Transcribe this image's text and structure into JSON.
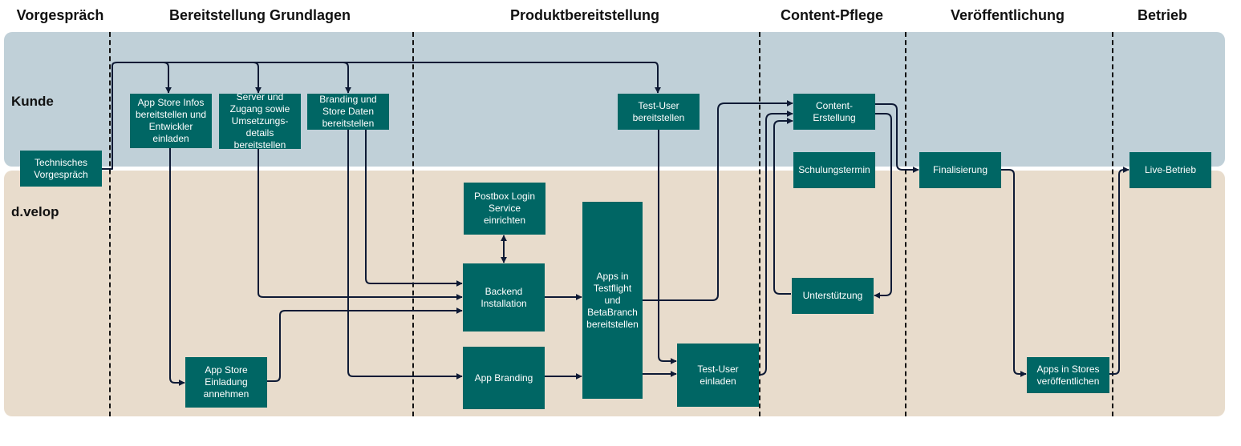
{
  "colors": {
    "kunde_lane": "#c0d0d8",
    "dvelop_lane": "#e8dccc",
    "box": "#006664",
    "box_text": "#ffffff",
    "edge": "#0e1a35"
  },
  "lanes": {
    "kunde": "Kunde",
    "dvelop": "d.velop"
  },
  "phases": {
    "vorgespraech": "Vorgespräch",
    "grundlagen": "Bereitstellung Grundlagen",
    "produkt": "Produktbereitstellung",
    "content": "Content-Pflege",
    "veroeffentlichung": "Veröffentlichung",
    "betrieb": "Betrieb"
  },
  "nodes": {
    "technisches_vorgespraech": "Technisches\nVorgespräch",
    "app_store_infos": "App Store Infos\nbereitstellen und\nEntwickler\neinladen",
    "server_zugang": "Server und\nZugang sowie\nUmsetzungs-\ndetails\nbereitstellen",
    "branding_store": "Branding und\nStore Daten\nbereitstellen",
    "test_user_bereitstellen": "Test-User\nbereitstellen",
    "content_erstellung": "Content-\nErstellung",
    "schulungstermin": "Schulungstermin",
    "finalisierung": "Finalisierung",
    "live_betrieb": "Live-Betrieb",
    "postbox_login": "Postbox Login\nService\neinrichten",
    "backend_installation": "Backend\nInstallation",
    "app_store_einladung": "App Store\nEinladung\nannehmen",
    "app_branding": "App Branding",
    "apps_testflight": "Apps in\nTestflight\nund\nBetaBranch\nbereitstellen",
    "test_user_einladen": "Test-User\neinladen",
    "unterstuetzung": "Unterstützung",
    "apps_stores": "Apps in Stores\nveröffentlichen"
  }
}
